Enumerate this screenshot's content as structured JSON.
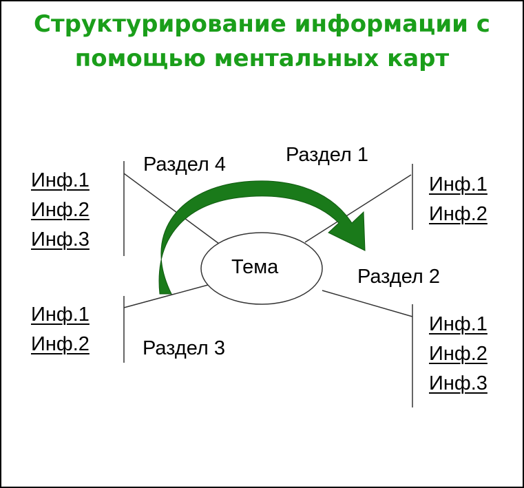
{
  "title": {
    "line1": "Структурирование информации с",
    "line2": "помощью ментальных карт"
  },
  "center": {
    "label": "Тема"
  },
  "branches": [
    {
      "label": "Раздел 1",
      "items": [
        "Инф.1",
        "Инф.2"
      ]
    },
    {
      "label": "Раздел 2",
      "items": [
        "Инф.1",
        "Инф.2",
        "Инф.3"
      ]
    },
    {
      "label": "Раздел 3",
      "items": [
        "Инф.1",
        "Инф.2"
      ]
    },
    {
      "label": "Раздел 4",
      "items": [
        "Инф.1",
        "Инф.2",
        "Инф.3"
      ]
    }
  ],
  "colors": {
    "title": "#1a9e1a",
    "arrow": "#1a7a1a",
    "line": "#000000"
  }
}
